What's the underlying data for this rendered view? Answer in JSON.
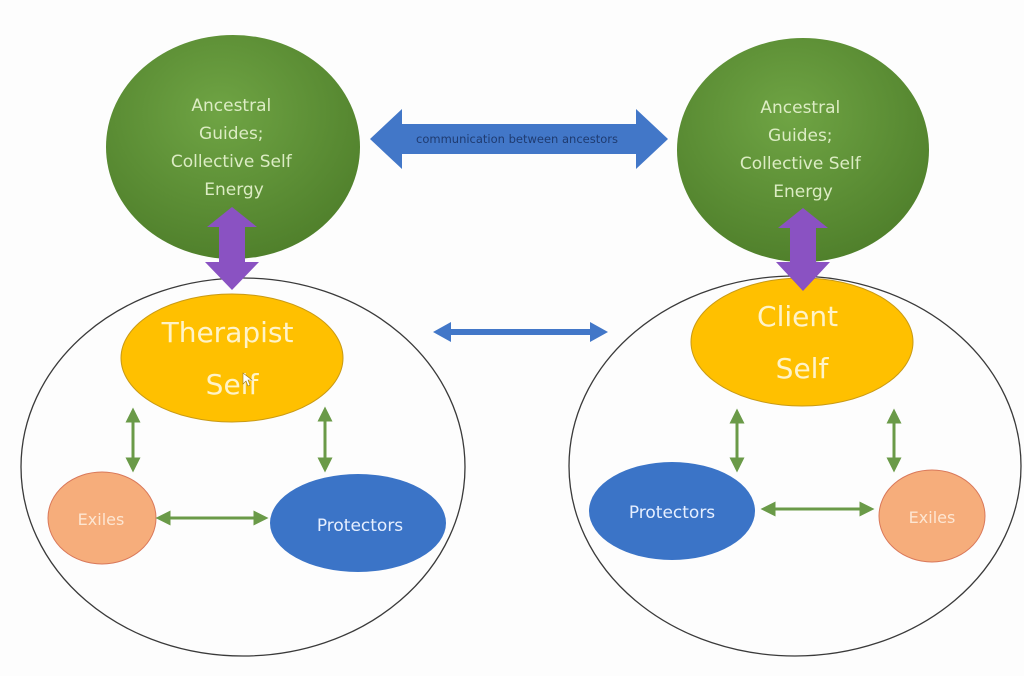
{
  "diagram": {
    "colors": {
      "ancestral": "#5f9338",
      "ancestral_dark": "#4f7e2c",
      "self": "#ffc000",
      "self_border": "#c99a14",
      "protectors": "#3b74c7",
      "exiles": "#f6ad7b",
      "exiles_border": "#d9785a",
      "purple_arrow": "#8a52c2",
      "blue_arrow": "#4277c8",
      "green_arrow": "#6a9a48",
      "outline": "#333333"
    },
    "left": {
      "ancestral_lines": [
        "Ancestral",
        "Guides;",
        "Collective Self",
        "Energy"
      ],
      "self_lines": [
        "Therapist",
        "Self"
      ],
      "exiles": "Exiles",
      "protectors": "Protectors"
    },
    "right": {
      "ancestral_lines": [
        "Ancestral",
        "Guides;",
        "Collective Self",
        "Energy"
      ],
      "self_lines": [
        "Client",
        "Self"
      ],
      "exiles": "Exiles",
      "protectors": "Protectors"
    },
    "connectors": {
      "ancestors_arrow_label": "communication between ancestors"
    }
  }
}
